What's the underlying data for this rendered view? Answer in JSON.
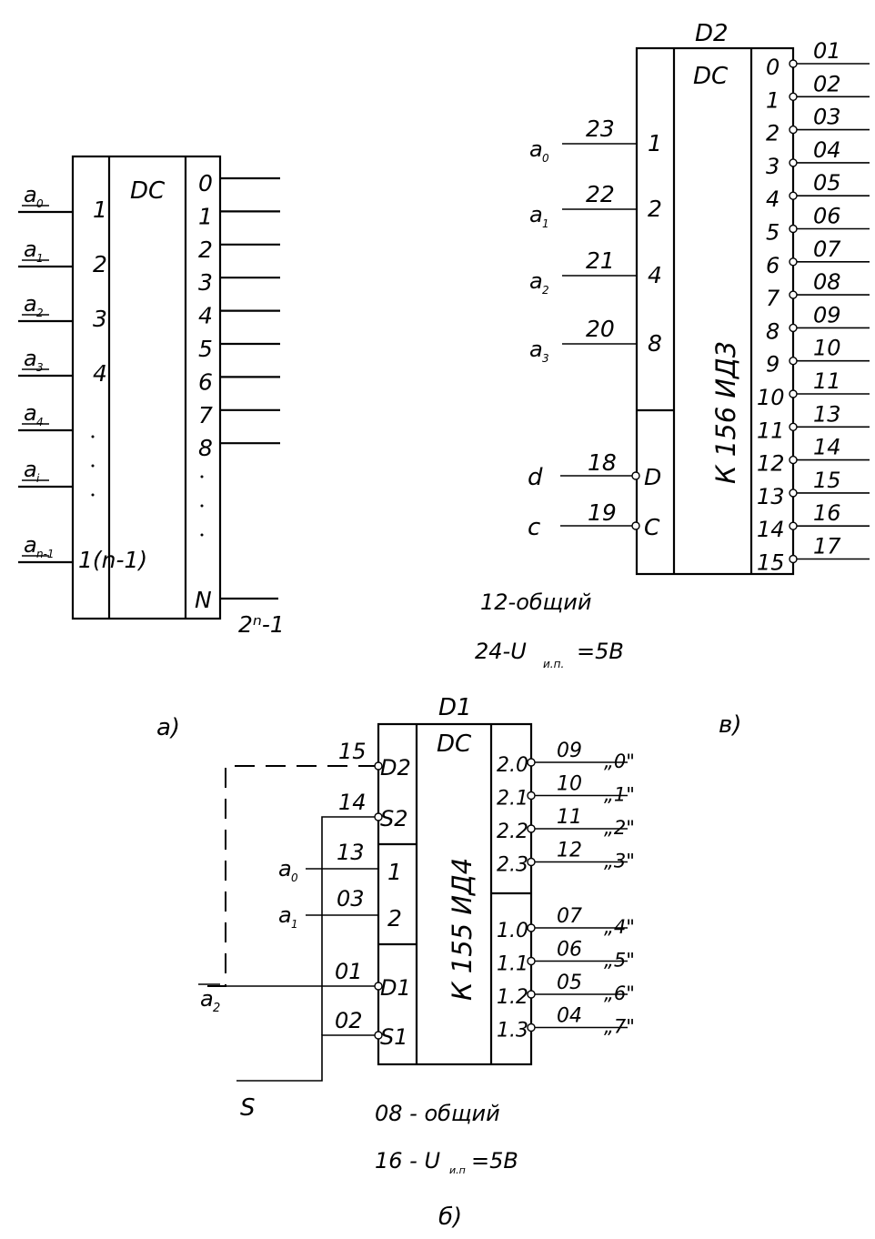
{
  "diagram_a": {
    "caption": "а)",
    "block_label": "DC",
    "inputs": [
      {
        "signal": "a",
        "sub": "0",
        "pin": "1"
      },
      {
        "signal": "a",
        "sub": "1",
        "pin": "2"
      },
      {
        "signal": "a",
        "sub": "2",
        "pin": "3"
      },
      {
        "signal": "a",
        "sub": "3",
        "pin": "4"
      },
      {
        "signal": "a",
        "sub": "4",
        "pin": ""
      },
      {
        "signal": "a",
        "sub": "i",
        "pin": ""
      },
      {
        "signal": "a",
        "sub": "n-1",
        "pin": "1(n-1)"
      }
    ],
    "outputs": [
      "0",
      "1",
      "2",
      "3",
      "4",
      "5",
      "6",
      "7",
      "8"
    ],
    "last_output": "N",
    "last_output_label": "2ⁿ-1"
  },
  "diagram_v": {
    "caption": "в)",
    "chip_id": "D2",
    "block_label": "DC",
    "part_number": "К 156  ИД3",
    "address_inputs": [
      {
        "signal": "a",
        "sub": "0",
        "pin_no": "23",
        "weight": "1"
      },
      {
        "signal": "a",
        "sub": "1",
        "pin_no": "22",
        "weight": "2"
      },
      {
        "signal": "a",
        "sub": "2",
        "pin_no": "21",
        "weight": "4"
      },
      {
        "signal": "a",
        "sub": "3",
        "pin_no": "20",
        "weight": "8"
      }
    ],
    "control_inputs": [
      {
        "signal": "d",
        "pin_no": "18",
        "label": "D"
      },
      {
        "signal": "c",
        "pin_no": "19",
        "label": "C"
      }
    ],
    "outputs": [
      {
        "index": "0",
        "pin_no": "01"
      },
      {
        "index": "1",
        "pin_no": "02"
      },
      {
        "index": "2",
        "pin_no": "03"
      },
      {
        "index": "3",
        "pin_no": "04"
      },
      {
        "index": "4",
        "pin_no": "05"
      },
      {
        "index": "5",
        "pin_no": "06"
      },
      {
        "index": "6",
        "pin_no": "07"
      },
      {
        "index": "7",
        "pin_no": "08"
      },
      {
        "index": "8",
        "pin_no": "09"
      },
      {
        "index": "9",
        "pin_no": "10"
      },
      {
        "index": "10",
        "pin_no": "11"
      },
      {
        "index": "11",
        "pin_no": "13"
      },
      {
        "index": "12",
        "pin_no": "14"
      },
      {
        "index": "13",
        "pin_no": "15"
      },
      {
        "index": "14",
        "pin_no": "16"
      },
      {
        "index": "15",
        "pin_no": "17"
      }
    ],
    "note_ground": "12-общий",
    "note_power_prefix": "24-U",
    "note_power_sub": "и.п.",
    "note_power_value": "=5В"
  },
  "diagram_b": {
    "caption": "б)",
    "chip_id": "D1",
    "block_label": "DC",
    "part_number": "К 155  ИД4",
    "control_upper": [
      {
        "pin_no": "15",
        "label": "D2"
      },
      {
        "pin_no": "14",
        "label": "S2"
      }
    ],
    "address_inputs": [
      {
        "signal": "a",
        "sub": "0",
        "pin_no": "13",
        "weight": "1"
      },
      {
        "signal": "a",
        "sub": "1",
        "pin_no": "03",
        "weight": "2"
      }
    ],
    "control_lower": [
      {
        "pin_no": "01",
        "label": "D1"
      },
      {
        "pin_no": "02",
        "label": "S1"
      }
    ],
    "a2_label": "a",
    "a2_sub": "2",
    "s_label": "S",
    "outputs": [
      {
        "index": "2.0",
        "pin_no": "09",
        "name": "„0\""
      },
      {
        "index": "2.1",
        "pin_no": "10",
        "name": "„1\""
      },
      {
        "index": "2.2",
        "pin_no": "11",
        "name": "„2\""
      },
      {
        "index": "2.3",
        "pin_no": "12",
        "name": "„3\""
      },
      {
        "index": "1.0",
        "pin_no": "07",
        "name": "„4\""
      },
      {
        "index": "1.1",
        "pin_no": "06",
        "name": "„5\""
      },
      {
        "index": "1.2",
        "pin_no": "05",
        "name": "„6\""
      },
      {
        "index": "1.3",
        "pin_no": "04",
        "name": "„7\""
      }
    ],
    "note_ground": "08 - общий",
    "note_power_prefix": "16 - U",
    "note_power_sub": "и.п",
    "note_power_value": "=5В"
  }
}
